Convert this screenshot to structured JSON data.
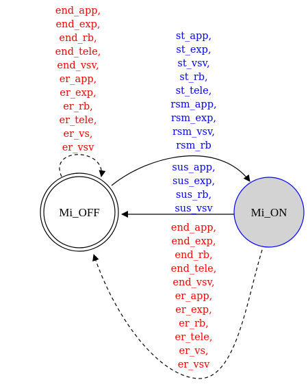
{
  "colors": {
    "red": "#ff0000",
    "blue": "#0000ff",
    "stroke": "#000000",
    "on_fill": "#d3d3d3",
    "on_border": "#0000ff"
  },
  "nodes": {
    "off": {
      "label": "Mi_OFF",
      "shape": "doublecircle"
    },
    "on": {
      "label": "Mi_ON",
      "shape": "circle"
    }
  },
  "edges": {
    "off_self_loop": {
      "style": "dashed",
      "color": "red",
      "labels": [
        "end_app,",
        "end_exp,",
        "end_rb,",
        "end_tele,",
        "end_vsv,",
        "er_app,",
        "er_exp,",
        "er_rb,",
        "er_tele,",
        "er_vs,",
        "er_vsv"
      ]
    },
    "off_to_on": {
      "style": "solid",
      "color": "blue",
      "labels": [
        "st_app,",
        "st_exp,",
        "st_vsv,",
        "st_rb,",
        "st_tele,",
        "rsm_app,",
        "rsm_exp,",
        "rsm_vsv,",
        "rsm_rb"
      ]
    },
    "on_to_off_suspend": {
      "style": "solid",
      "color": "blue",
      "labels": [
        "sus_app,",
        "sus_exp,",
        "sus_rb,",
        "sus_vsv"
      ]
    },
    "on_to_off_end": {
      "style": "dashed",
      "color": "red",
      "labels": [
        "end_app,",
        "end_exp,",
        "end_rb,",
        "end_tele,",
        "end_vsv,",
        "er_app,",
        "er_exp,",
        "er_rb,",
        "er_tele,",
        "er_vs,",
        "er_vsv"
      ]
    }
  }
}
